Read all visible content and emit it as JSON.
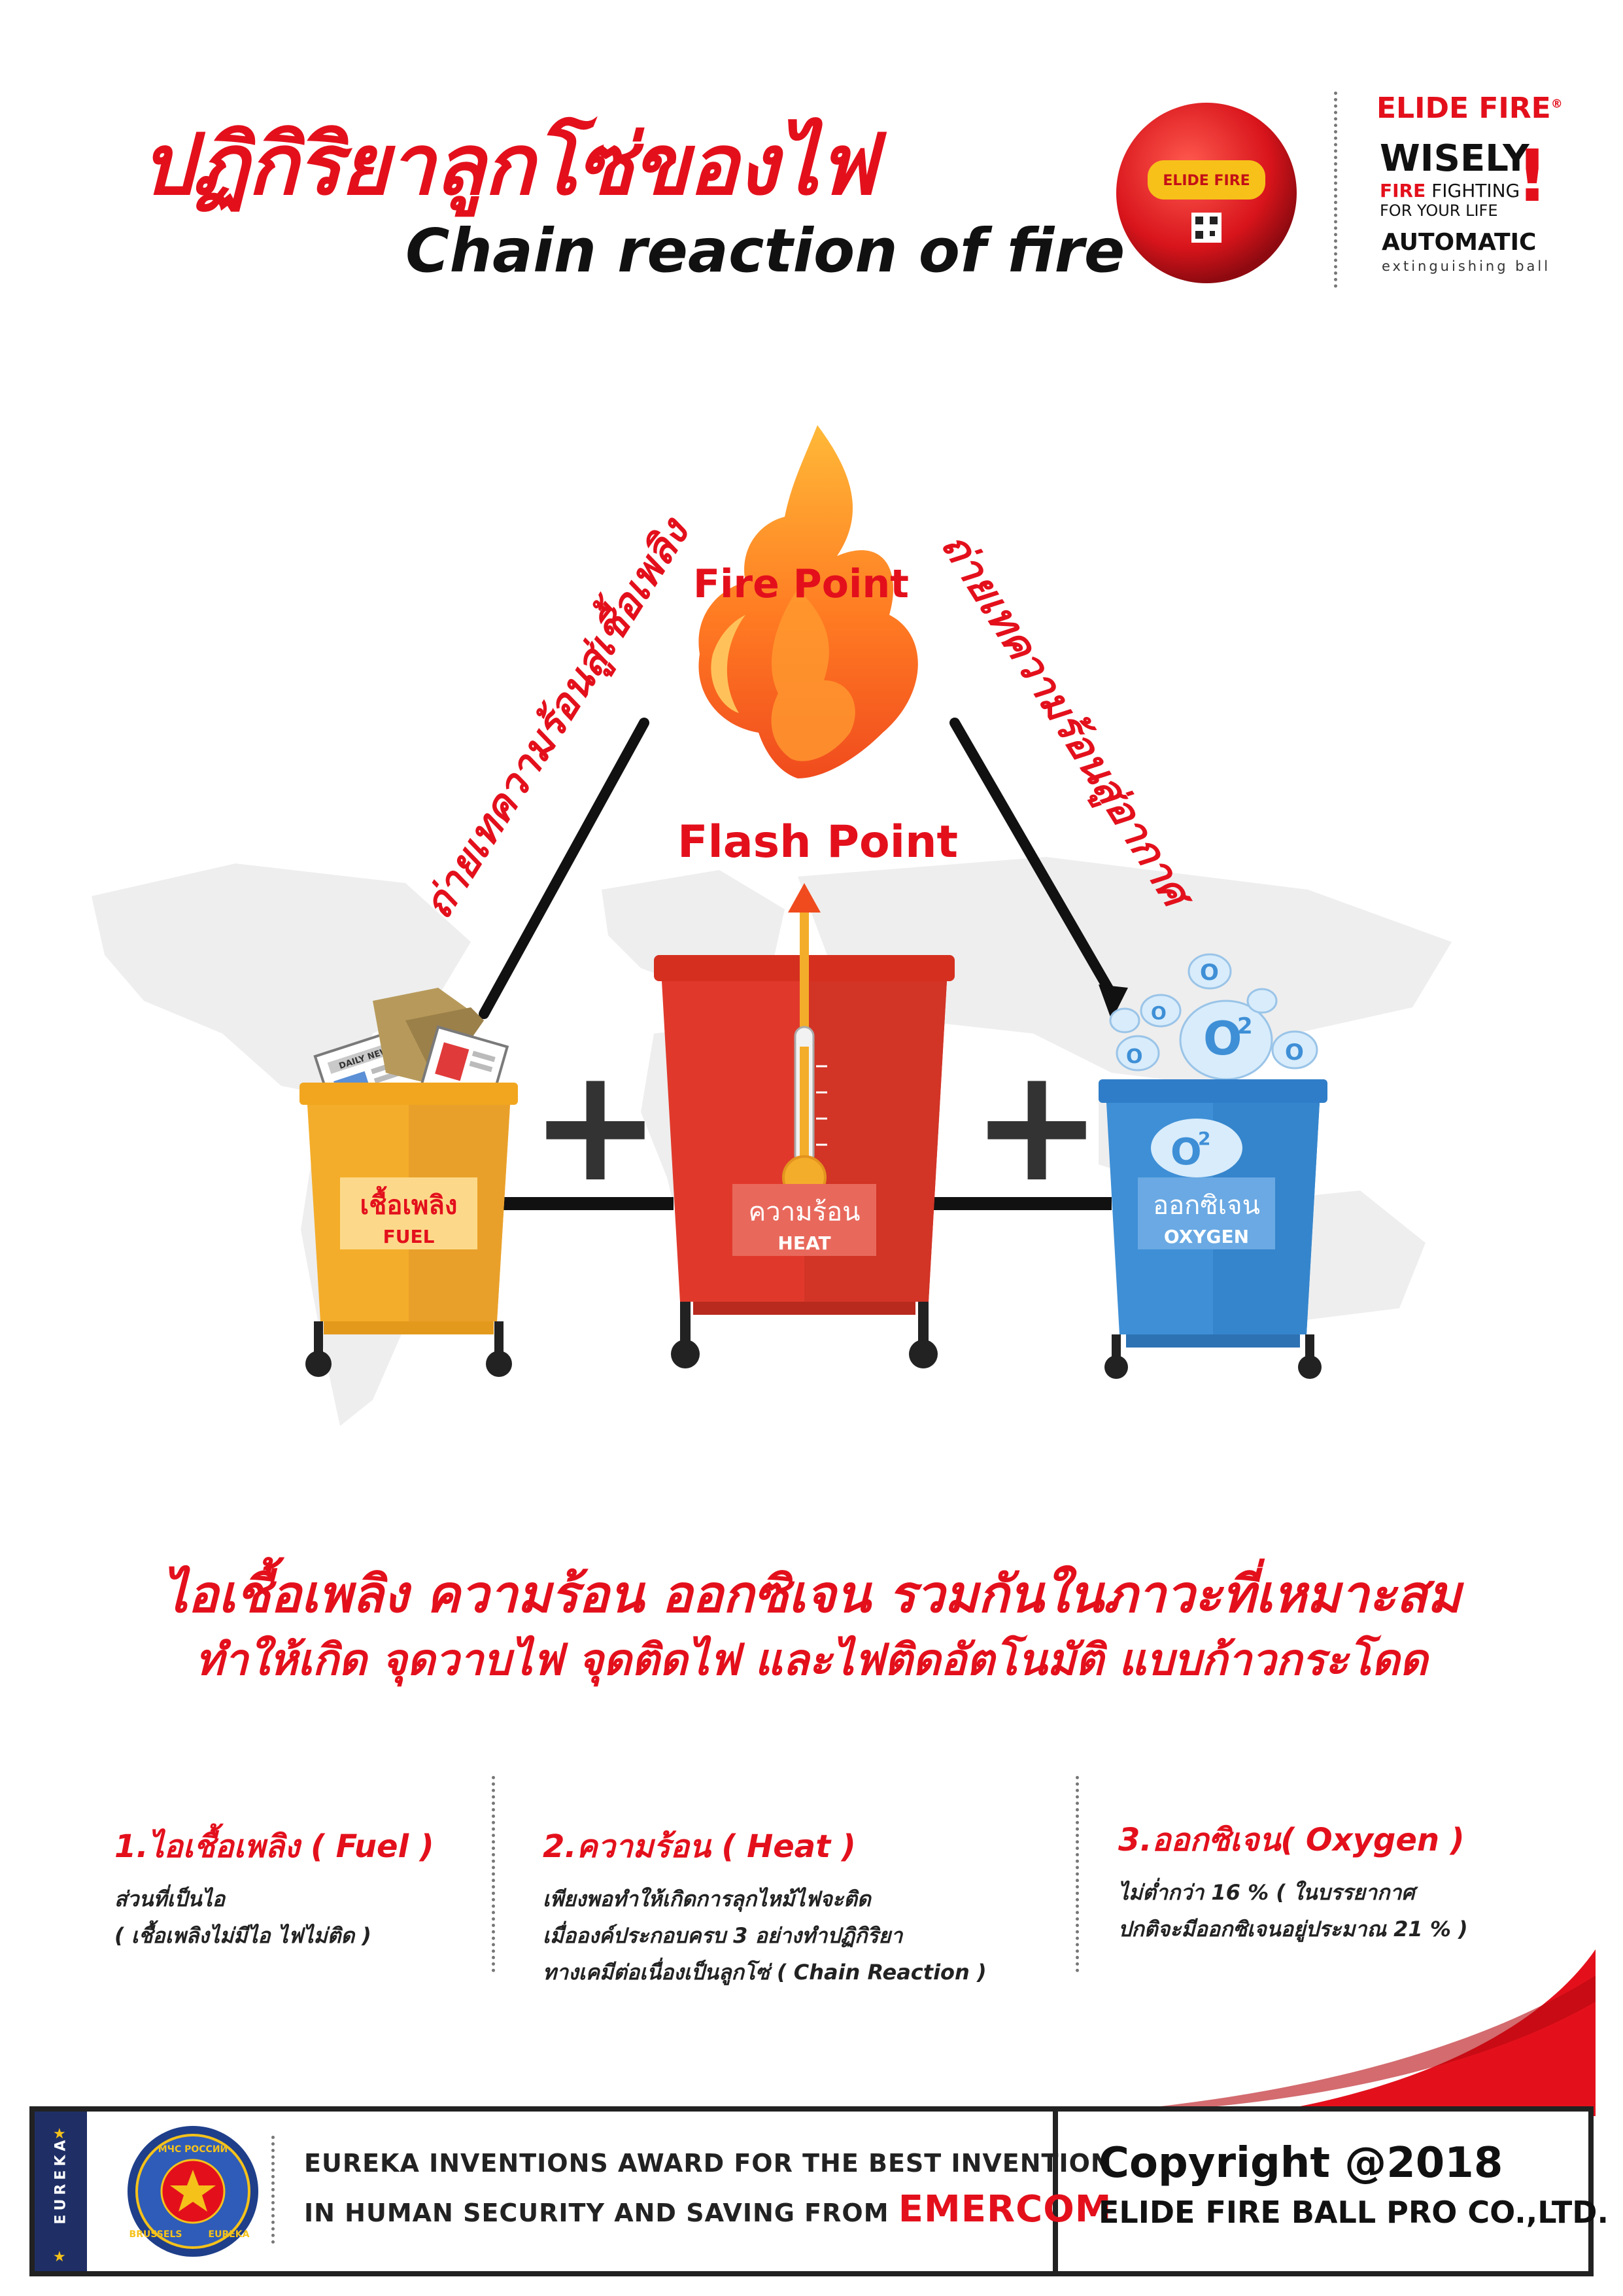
{
  "header": {
    "title_th": "ปฏิกิริยาลูกโซ่ของไฟ",
    "title_en": "Chain reaction of fire"
  },
  "brand": {
    "name": "ELIDE FIRE",
    "reg_mark": "®",
    "wisely": "WISELY",
    "fire_word": "FIRE",
    "fighting_word": " FIGHTING",
    "for_your_life": "FOR YOUR LIFE",
    "automatic": "AUTOMATIC",
    "extinguishing": "extinguishing ball",
    "exclamation": "!",
    "ball_label": "ELIDE FIRE"
  },
  "diagram": {
    "fire_point": "Fire Point",
    "flash_point": "Flash Point",
    "left_edge": "ถ่ายเทความร้อนสู่เชื้อเพลิง",
    "right_edge": "ถ่ายเทความร้อนสู่อากาศ",
    "plus": "+",
    "bins": [
      {
        "th": "เชื้อเพลิง",
        "en": "FUEL",
        "color": "#f4ad2a"
      },
      {
        "th": "ความร้อน",
        "en": "HEAT",
        "color": "#e0392b"
      },
      {
        "th": "ออกซิเจน",
        "en": "OXYGEN",
        "color": "#3e8fd6"
      }
    ],
    "newspaper": "DAILY NEWS",
    "o2": "O",
    "o2_sup": "2"
  },
  "headline": {
    "line1": "ไอเชื้อเพลิง ความร้อน ออกซิเจน รวมกันในภาวะที่เหมาะสม",
    "line2": "ทำให้เกิด จุดวาบไฟ จุดติดไฟ และไฟติดอัตโนมัติ แบบก้าวกระโดด"
  },
  "info": [
    {
      "title": "1.ไอเชื้อเพลิง ( Fuel )",
      "lines": [
        "ส่วนที่เป็นไอ",
        "( เชื้อเพลิงไม่มีไอ ไฟไม่ติด )"
      ]
    },
    {
      "title": "2.ความร้อน ( Heat )",
      "lines": [
        "เพียงพอทำให้เกิดการลุกไหม้ไฟจะติด",
        "เมื่อองค์ประกอบครบ 3 อย่างทำปฏิกิริยา",
        "ทางเคมีต่อเนื่องเป็นลูกโซ่ ( Chain Reaction )"
      ]
    },
    {
      "title": "3.ออกซิเจน( Oxygen )",
      "lines": [
        "ไม่ต่ำกว่า 16 % ( ในบรรยากาศ",
        "ปกติจะมีออกซิเจนอยู่ประมาณ 21 % )"
      ]
    }
  ],
  "footer": {
    "strip": "EUREKA",
    "medal_top": "МЧС РОССИИ",
    "medal_left": "BRUSSELS",
    "medal_right": "EUREKA",
    "award_line1": "EUREKA INVENTIONS AWARD FOR THE BEST INVENTION",
    "award_line2": "IN HUMAN SECURITY AND SAVING FROM ",
    "award_emercom": "EMERCOM",
    "copyright": "Copyright @2018",
    "company": "ELIDE FIRE BALL PRO CO.,LTD."
  },
  "colors": {
    "accent": "#e3101c",
    "fuel": "#f4ad2a",
    "heat": "#e0392b",
    "oxygen": "#3e8fd6"
  }
}
